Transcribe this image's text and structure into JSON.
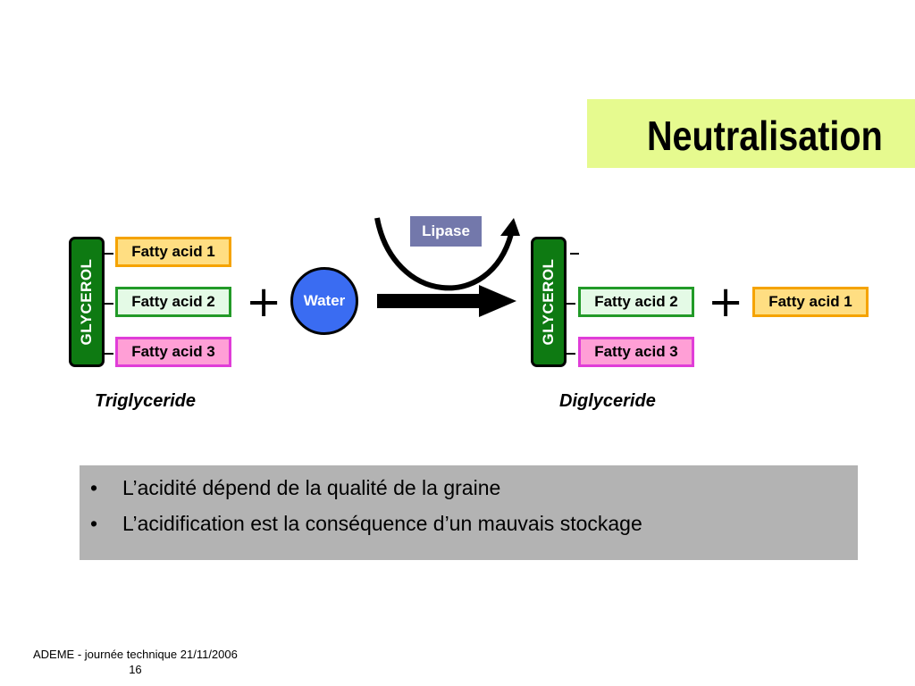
{
  "title": "Neutralisation",
  "diagram": {
    "glycerol_label": "GLYCEROL",
    "fatty_acid_1": "Fatty acid 1",
    "fatty_acid_2": "Fatty acid 2",
    "fatty_acid_3": "Fatty acid 3",
    "water": "Water",
    "enzyme": "Lipase",
    "plus": "+",
    "reactant_name": "Triglyceride",
    "product_name": "Diglyceride"
  },
  "bullets": [
    "L’acidité dépend de la qualité de la graine",
    "L’acidification est la conséquence d’un mauvais stockage"
  ],
  "footer": {
    "source": "ADEME - journée technique 21/11/2006",
    "page_number": "16"
  },
  "colors": {
    "title_background": "#e6fa8f",
    "glycerol": "#0e7a12",
    "water": "#3a6cf2",
    "lipase": "#7378ab",
    "fatty_acid_1": "#ffde82",
    "fatty_acid_2": "#e4fae6",
    "fatty_acid_3": "#ff9fd6",
    "bullet_box": "#b3b3b3"
  }
}
